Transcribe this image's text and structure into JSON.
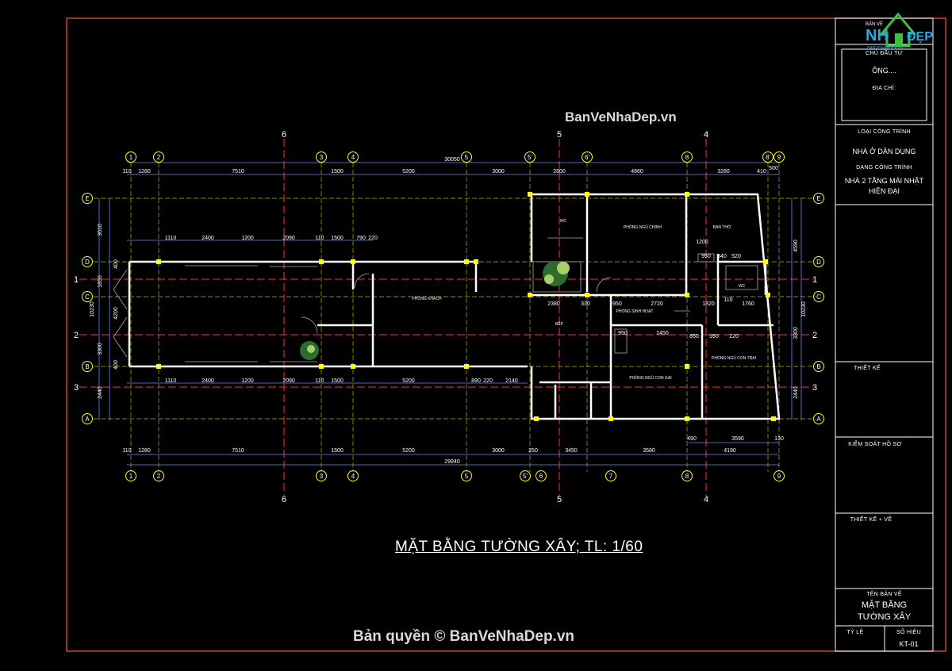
{
  "title_block": {
    "logo_small_text": "BẢN VẼ",
    "logo_main": "NH",
    "logo_tail": "ĐẸP",
    "logo_domain": "BANVENHADEP.VN",
    "investor_label": "CHỦ ĐẦU TƯ",
    "investor_value": "ÔNG....",
    "address_label": "ĐỊA CHỈ:",
    "project_type_label": "LOẠI CÔNG TRÌNH",
    "project_type_value": "NHÀ Ở DÂN DỤNG",
    "project_name_label": "DẠNG CÔNG TRÌNH",
    "project_name_line1": "NHÀ 2 TẦNG MÁI NHẬT",
    "project_name_line2": "HIỆN ĐẠI",
    "design_label": "THIẾT KẾ",
    "check_label": "KIỂM SOÁT HỒ SƠ",
    "drafter_label": "THIẾT KẾ + VẼ",
    "drawing_name_label": "TÊN BẢN VẼ",
    "drawing_name_line1": "MẶT BẰNG",
    "drawing_name_line2": "TƯỜNG XÂY",
    "scale_label": "TỶ LỆ",
    "sheet_no_label": "SỐ HIỆU",
    "sheet_no_value": "KT-01"
  },
  "watermark_top": "BanVeNhaDep.vn",
  "watermark_bottom": "Bản quyền © BanVeNhaDep.vn",
  "drawing_caption": "MẶT BẰNG TƯỜNG XÂY; TL: 1/60",
  "grid_top": [
    "1",
    "2",
    "3",
    "4",
    "5",
    "5'",
    "6'",
    "8",
    "8'",
    "9"
  ],
  "grid_bottom": [
    "1",
    "2",
    "3",
    "4",
    "5",
    "5'",
    "6",
    "7",
    "8",
    "9"
  ],
  "grid_rows_left": [
    "E",
    "D",
    "C",
    "B",
    "A"
  ],
  "section_marks": [
    "6",
    "5",
    "4"
  ],
  "row_marks": [
    "1",
    "2",
    "3"
  ],
  "dims_top_row": [
    "110",
    "1280",
    "7510",
    "1500",
    "5200",
    "3000",
    "2800",
    "4860",
    "3280",
    "410"
  ],
  "dims_top_total": "30050",
  "dims_top_extra": "500",
  "dims_d_row": [
    "1110",
    "2400",
    "1200",
    "2090",
    "110",
    "1500",
    "790",
    "220"
  ],
  "dims_b_row": [
    "1110",
    "2400",
    "1200",
    "2090",
    "110",
    "1500",
    "5200",
    "890",
    "220",
    "2140"
  ],
  "dims_bottom_row": [
    "110",
    "1280",
    "7510",
    "1500",
    "5200",
    "3000",
    "250",
    "3450",
    "3580",
    "4190"
  ],
  "dims_bottom_total": "29940",
  "dims_bottom_extra": [
    "490",
    "3590",
    "130"
  ],
  "dims_left": [
    "3010",
    "1850",
    "4200",
    "3300",
    "10230",
    "400",
    "400",
    "2440"
  ],
  "dims_right": [
    "4590",
    "10230",
    "3300",
    "2440"
  ],
  "interior_dims": [
    "2380",
    "330",
    "950",
    "2720",
    "1820",
    "110",
    "1760",
    "950",
    "2450",
    "850",
    "950",
    "220",
    "1200",
    "950",
    "840",
    "520"
  ],
  "room_labels": [
    "PHÒNG KHÁCH",
    "PHÒNG NGỦ CHÍNH",
    "BẾP",
    "PHÒNG SINH HOẠT",
    "PHÒNG NGỦ CON GÁI",
    "PHÒNG NGỦ CON TRAI",
    "WC",
    "WC",
    "BAN THỜ"
  ],
  "colors": {
    "frame": "#c8462a",
    "wall": "#ffffff",
    "axis": "#ff3030",
    "dim": "#6b8cff",
    "column": "#ffff00",
    "grid": "#b8b800"
  }
}
